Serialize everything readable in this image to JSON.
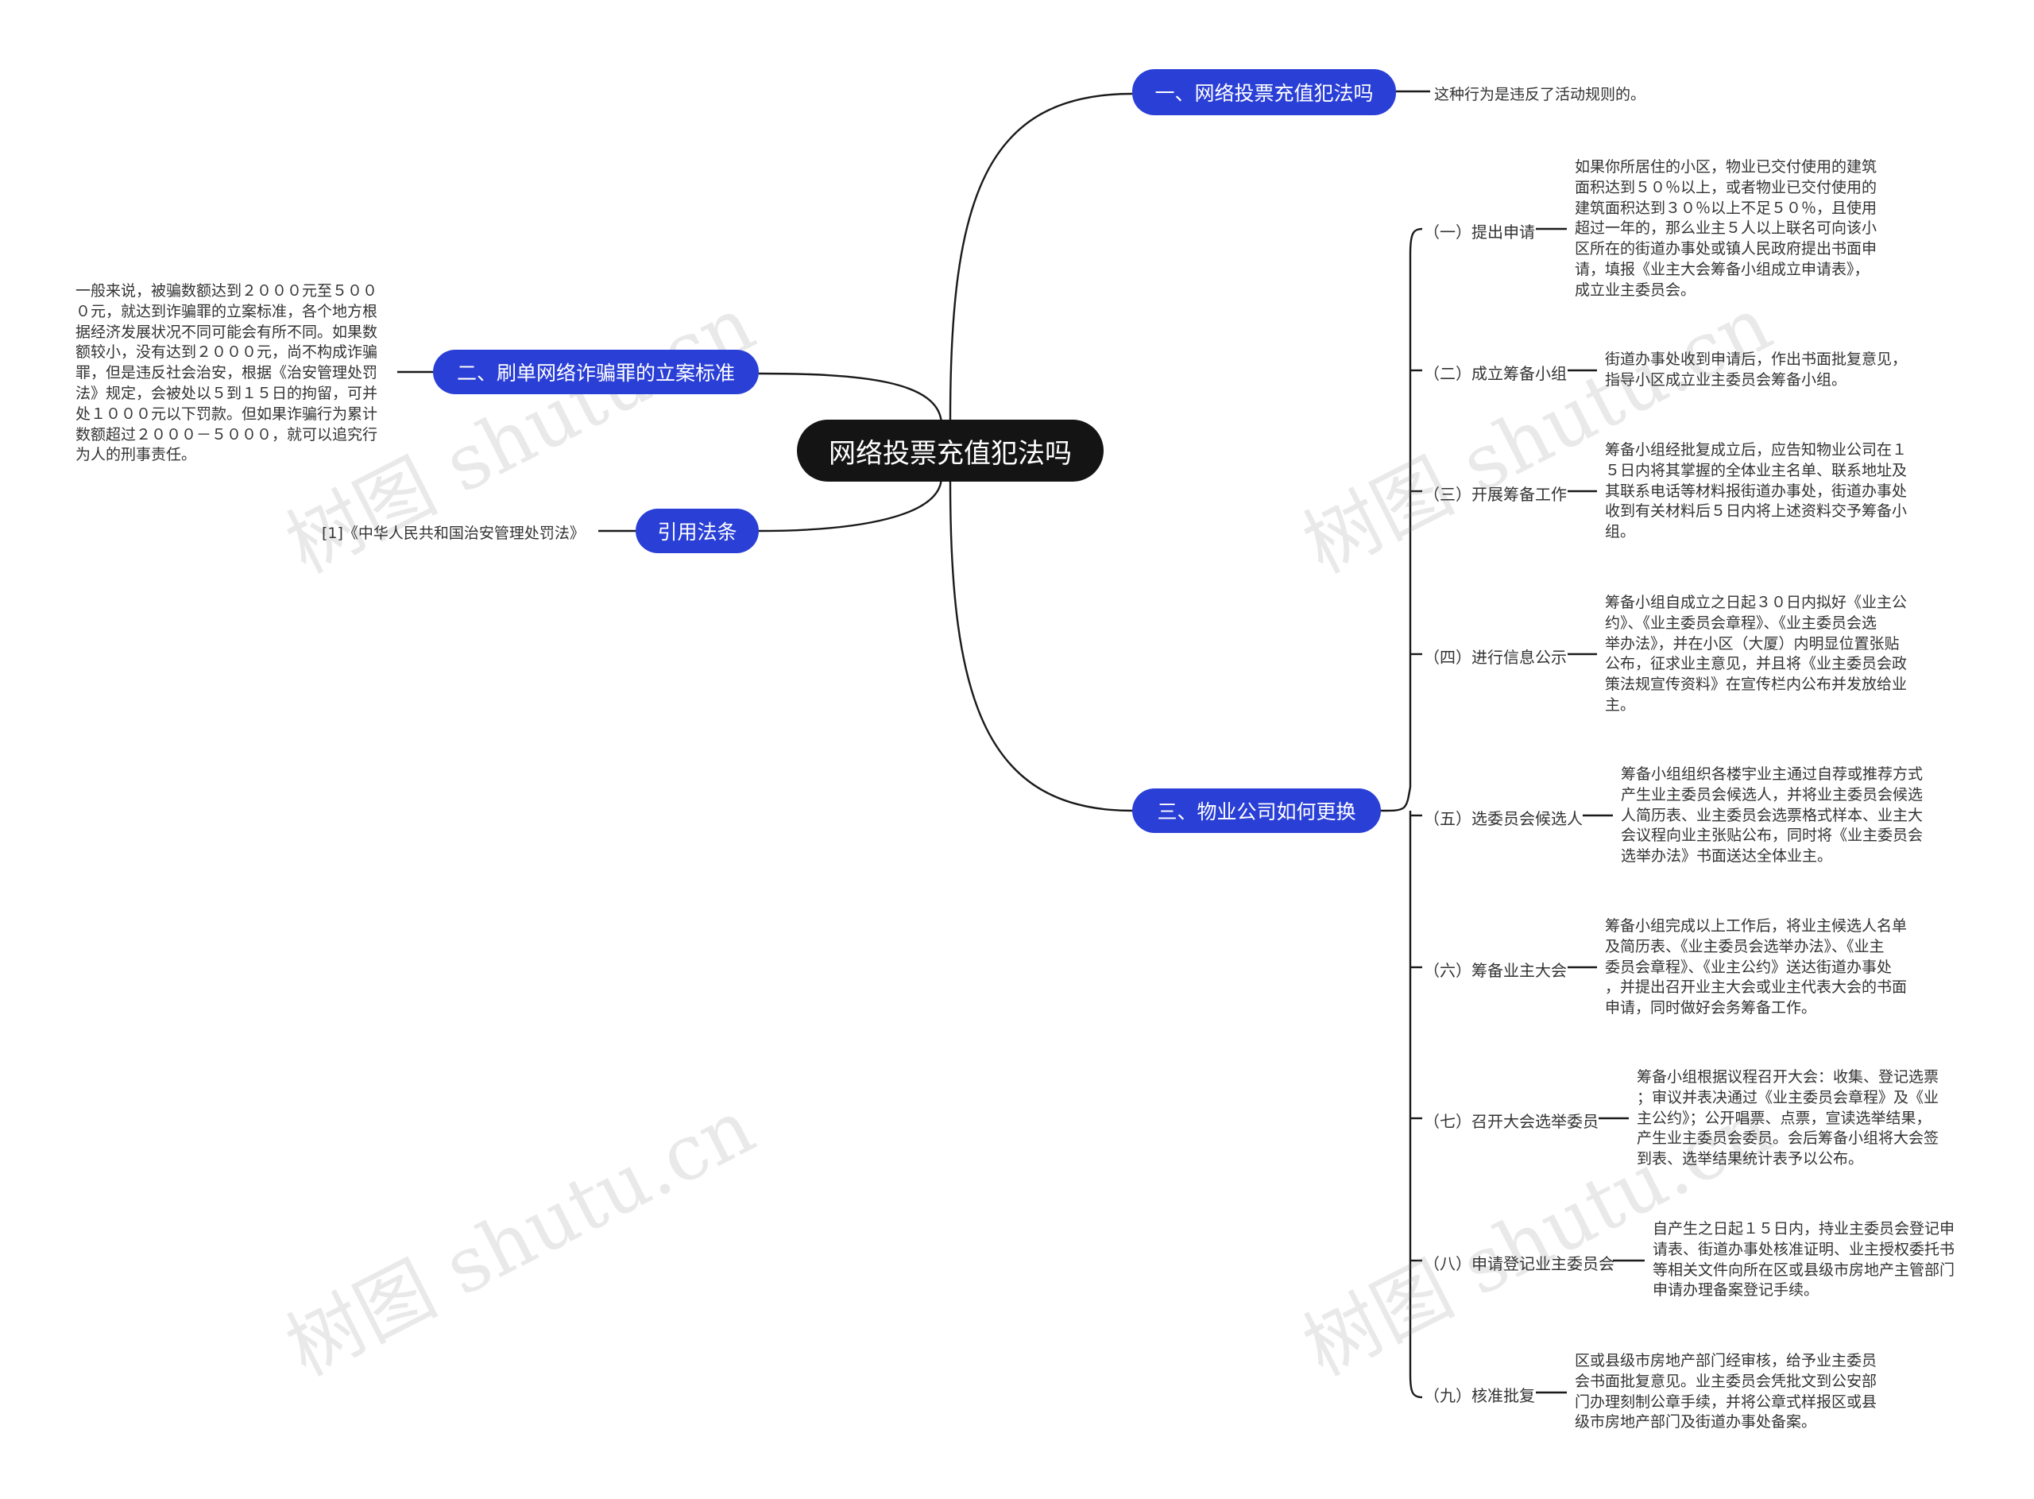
{
  "root": {
    "label": "网络投票充值犯法吗"
  },
  "branches": {
    "b1": {
      "label": "一、网络投票充值犯法吗",
      "leaf": "这种行为是违反了活动规则的。"
    },
    "b2": {
      "label": "二、刷单网络诈骗罪的立案标准",
      "leaf": "一般来说，被骗数额达到２０００元至５００\n０元，就达到诈骗罪的立案标准，各个地方根\n据经济发展状况不同可能会有所不同。如果数\n额较小，没有达到２０００元，尚不构成诈骗\n罪，但是违反社会治安，根据《治安管理处罚\n法》规定，会被处以５到１５日的拘留，可并\n处１０００元以下罚款。但如果诈骗行为累计\n数额超过２０００－５０００，就可以追究行\n为人的刑事责任。"
    },
    "b3": {
      "label": "引用法条",
      "leaf": "[1]《中华人民共和国治安管理处罚法》"
    },
    "b4": {
      "label": "三、物业公司如何更换"
    }
  },
  "steps": [
    {
      "label": "（一）提出申请",
      "text": "如果你所居住的小区，物业已交付使用的建筑\n面积达到５０％以上，或者物业已交付使用的\n建筑面积达到３０％以上不足５０％，且使用\n超过一年的，那么业主５人以上联名可向该小\n区所在的街道办事处或镇人民政府提出书面申\n请，填报《业主大会筹备小组成立申请表》，\n成立业主委员会。"
    },
    {
      "label": "（二）成立筹备小组",
      "text": "街道办事处收到申请后，作出书面批复意见，\n指导小区成立业主委员会筹备小组。"
    },
    {
      "label": "（三）开展筹备工作",
      "text": "筹备小组经批复成立后，应告知物业公司在１\n５日内将其掌握的全体业主名单、联系地址及\n其联系电话等材料报街道办事处，街道办事处\n收到有关材料后５日内将上述资料交予筹备小\n组。"
    },
    {
      "label": "（四）进行信息公示",
      "text": "筹备小组自成立之日起３０日内拟好《业主公\n约》、《业主委员会章程》、《业主委员会选\n举办法》，并在小区（大厦）内明显位置张贴\n公布，征求业主意见，并且将《业主委员会政\n策法规宣传资料》在宣传栏内公布并发放给业\n主。"
    },
    {
      "label": "（五）选委员会候选人",
      "text": "筹备小组组织各楼宇业主通过自荐或推荐方式\n产生业主委员会候选人，并将业主委员会候选\n人简历表、业主委员会选票格式样本、业主大\n会议程向业主张贴公布，同时将《业主委员会\n选举办法》书面送达全体业主。"
    },
    {
      "label": "（六）筹备业主大会",
      "text": "筹备小组完成以上工作后，将业主候选人名单\n及简历表、《业主委员会选举办法》、《业主\n委员会章程》、《业主公约》送达街道办事处\n，并提出召开业主大会或业主代表大会的书面\n申请，同时做好会务筹备工作。"
    },
    {
      "label": "（七）召开大会选举委员",
      "text": "筹备小组根据议程召开大会：收集、登记选票\n；审议并表决通过《业主委员会章程》及《业\n主公约》；公开唱票、点票，宣读选举结果，\n产生业主委员会委员。会后筹备小组将大会签\n到表、选举结果统计表予以公布。"
    },
    {
      "label": "（八）申请登记业主委员会",
      "text": "自产生之日起１５日内，持业主委员会登记申\n请表、街道办事处核准证明、业主授权委托书\n等相关文件向所在区或县级市房地产主管部门\n申请办理备案登记手续。"
    },
    {
      "label": "（九）核准批复",
      "text": "区或县级市房地产部门经审核，给予业主委员\n会书面批复意见。业主委员会凭批文到公安部\n门办理刻制公章手续，并将公章式样报区或县\n级市房地产部门及街道办事处备案。"
    }
  ],
  "watermark": "树图 shutu.cn",
  "colors": {
    "root": "#141414",
    "branch": "#2a3fd6",
    "line": "#1a1a1a"
  }
}
